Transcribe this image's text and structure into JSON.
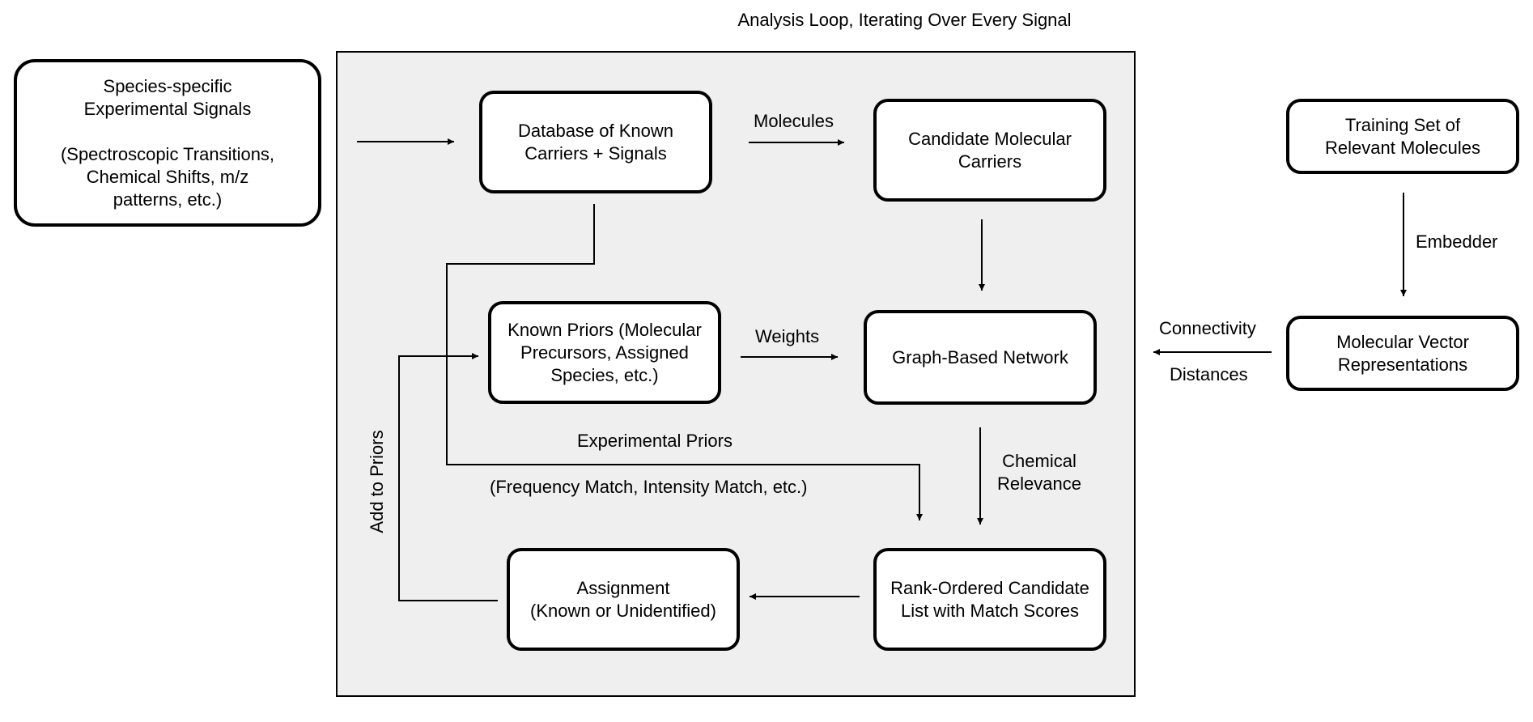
{
  "title": "Analysis Loop, Iterating Over Every Signal",
  "nodes": {
    "signals": "Species-specific\nExperimental Signals\n\n(Spectroscopic Transitions,\nChemical Shifts, m/z\npatterns, etc.)",
    "database": "Database of Known\nCarriers + Signals",
    "candidates": "Candidate Molecular\nCarriers",
    "training": "Training Set of\nRelevant Molecules",
    "priors": "Known Priors (Molecular\nPrecursors, Assigned\nSpecies, etc.)",
    "graph": "Graph-Based Network",
    "vectors": "Molecular Vector\nRepresentations",
    "ranked": "Rank-Ordered Candidate\nList with Match Scores",
    "assignment": "Assignment\n(Known or Unidentified)"
  },
  "edge_labels": {
    "molecules": "Molecules",
    "weights": "Weights",
    "embedder": "Embedder",
    "connectivity": "Connectivity",
    "distances": "Distances",
    "chemical_relevance": "Chemical\nRelevance",
    "experimental_priors": "Experimental Priors",
    "priors_detail": "(Frequency Match, Intensity Match, etc.)",
    "add_to_priors": "Add to Priors"
  }
}
